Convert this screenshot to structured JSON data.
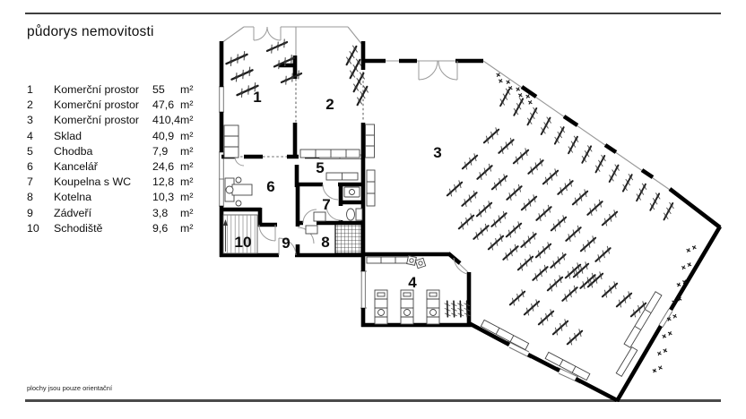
{
  "page": {
    "title": "půdorys nemovitosti",
    "footnote": "plochy jsou pouze orientační"
  },
  "legend": {
    "rows": [
      {
        "num": "1",
        "name": "Komerční prostor",
        "area": "55",
        "unit": "m²"
      },
      {
        "num": "2",
        "name": "Komerční prostor",
        "area": "47,6",
        "unit": "m²"
      },
      {
        "num": "3",
        "name": "Komerční prostor",
        "area": "410,4",
        "unit": "m²"
      },
      {
        "num": "4",
        "name": "Sklad",
        "area": "40,9",
        "unit": "m²"
      },
      {
        "num": "5",
        "name": "Chodba",
        "area": "7,9",
        "unit": "m²"
      },
      {
        "num": "6",
        "name": "Kancelář",
        "area": "24,6",
        "unit": "m²"
      },
      {
        "num": "7",
        "name": "Koupelna s WC",
        "area": "12,8",
        "unit": "m²"
      },
      {
        "num": "8",
        "name": "Kotelna",
        "area": "10,3",
        "unit": "m²"
      },
      {
        "num": "9",
        "name": "Zádveří",
        "area": "3,8",
        "unit": "m²"
      },
      {
        "num": "10",
        "name": "Schodiště",
        "area": "9,6",
        "unit": "m²"
      }
    ]
  },
  "plan": {
    "rooms": [
      {
        "id": "r1",
        "label": "1"
      },
      {
        "id": "r2",
        "label": "2"
      },
      {
        "id": "r3",
        "label": "3"
      },
      {
        "id": "r4",
        "label": "4"
      },
      {
        "id": "r5",
        "label": "5"
      },
      {
        "id": "r6",
        "label": "6"
      },
      {
        "id": "r7",
        "label": "7"
      },
      {
        "id": "r8",
        "label": "8"
      },
      {
        "id": "r9",
        "label": "9"
      },
      {
        "id": "r10",
        "label": "10"
      }
    ],
    "colors": {
      "wall": "#000000",
      "thin_line": "#999999",
      "text": "#0f0f0f"
    }
  }
}
